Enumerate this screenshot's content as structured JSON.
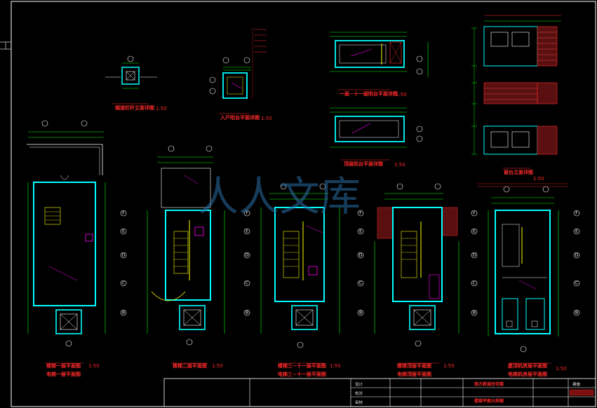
{
  "captions": {
    "main1_a": "楼梯一层平面图",
    "main1_b": "电梯一层平面图",
    "main2": "楼梯二层平面图",
    "main3_a": "楼梯三~十一层平面图",
    "main3_b": "电梯三~十一层平面图",
    "main4_a": "楼梯顶层平面图",
    "main4_b": "电梯顶层平面图",
    "main5_a": "屋顶机房层平面图",
    "main5_b": "电梯机房层平面图",
    "top_shaft": "烟道栏杆立面详图",
    "top_entrance": "入户阳台平面详图",
    "top_balcony1": "一层~十一层阳台平面详图",
    "top_balcony2": "顶层阳台平面详图",
    "top_window": "窗台立面详图",
    "scale": "1:50"
  },
  "colors": {
    "background": "#000000",
    "wall": "#00ffff",
    "dim": "#00ff00",
    "annotation": "#ff2a2a",
    "stair": "#ffff00",
    "window": "#ff00ff",
    "grid": "#ffffff"
  },
  "grid_axes": [
    "F",
    "E",
    "D",
    "C",
    "B"
  ],
  "title_block": {
    "project": "南方新城住宅楼",
    "drawing": "楼梯平面大样图",
    "design": "设计",
    "check": "校对",
    "approve": "审核",
    "sheet": "建施"
  },
  "watermark": "人人文库"
}
